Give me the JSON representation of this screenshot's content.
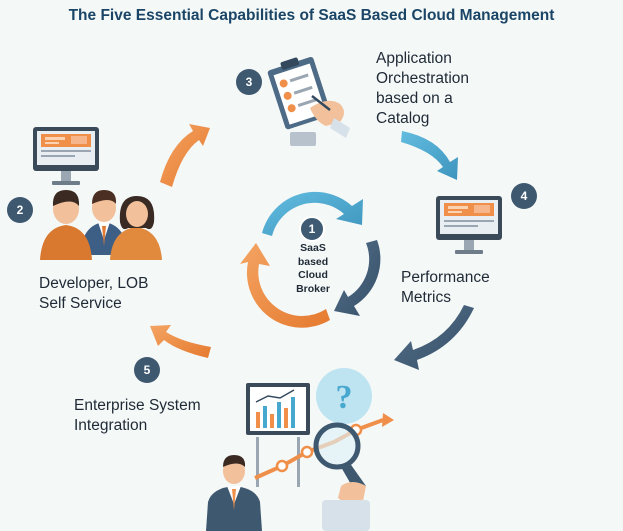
{
  "title": "The Five Essential Capabilities of SaaS Based Cloud Management",
  "center": {
    "number": "1",
    "lines": [
      "SaaS",
      "based",
      "Cloud",
      "Broker"
    ]
  },
  "steps": [
    {
      "number": "2",
      "lines": [
        "Developer, LOB",
        "Self Service"
      ]
    },
    {
      "number": "3",
      "lines": [
        "Application",
        "Orchestration",
        "based on a",
        "Catalog"
      ]
    },
    {
      "number": "4",
      "lines": [
        "Performance",
        "Metrics"
      ]
    },
    {
      "number": "5",
      "lines": [
        "Enterprise System",
        "Integration"
      ]
    }
  ],
  "colors": {
    "background": "#f4f8f7",
    "title": "#1b4566",
    "orange": "#ee8a40",
    "blue": "#47a8cf",
    "navy": "#3e5870",
    "badge": "#3e5870"
  },
  "icons": [
    "monitor-icon",
    "people-icon",
    "clipboard-checklist-icon",
    "monitor-icon",
    "growth-chart-icon",
    "magnifier-icon",
    "question-mark-icon",
    "businessman-icon",
    "cycle-arrows-icon"
  ]
}
